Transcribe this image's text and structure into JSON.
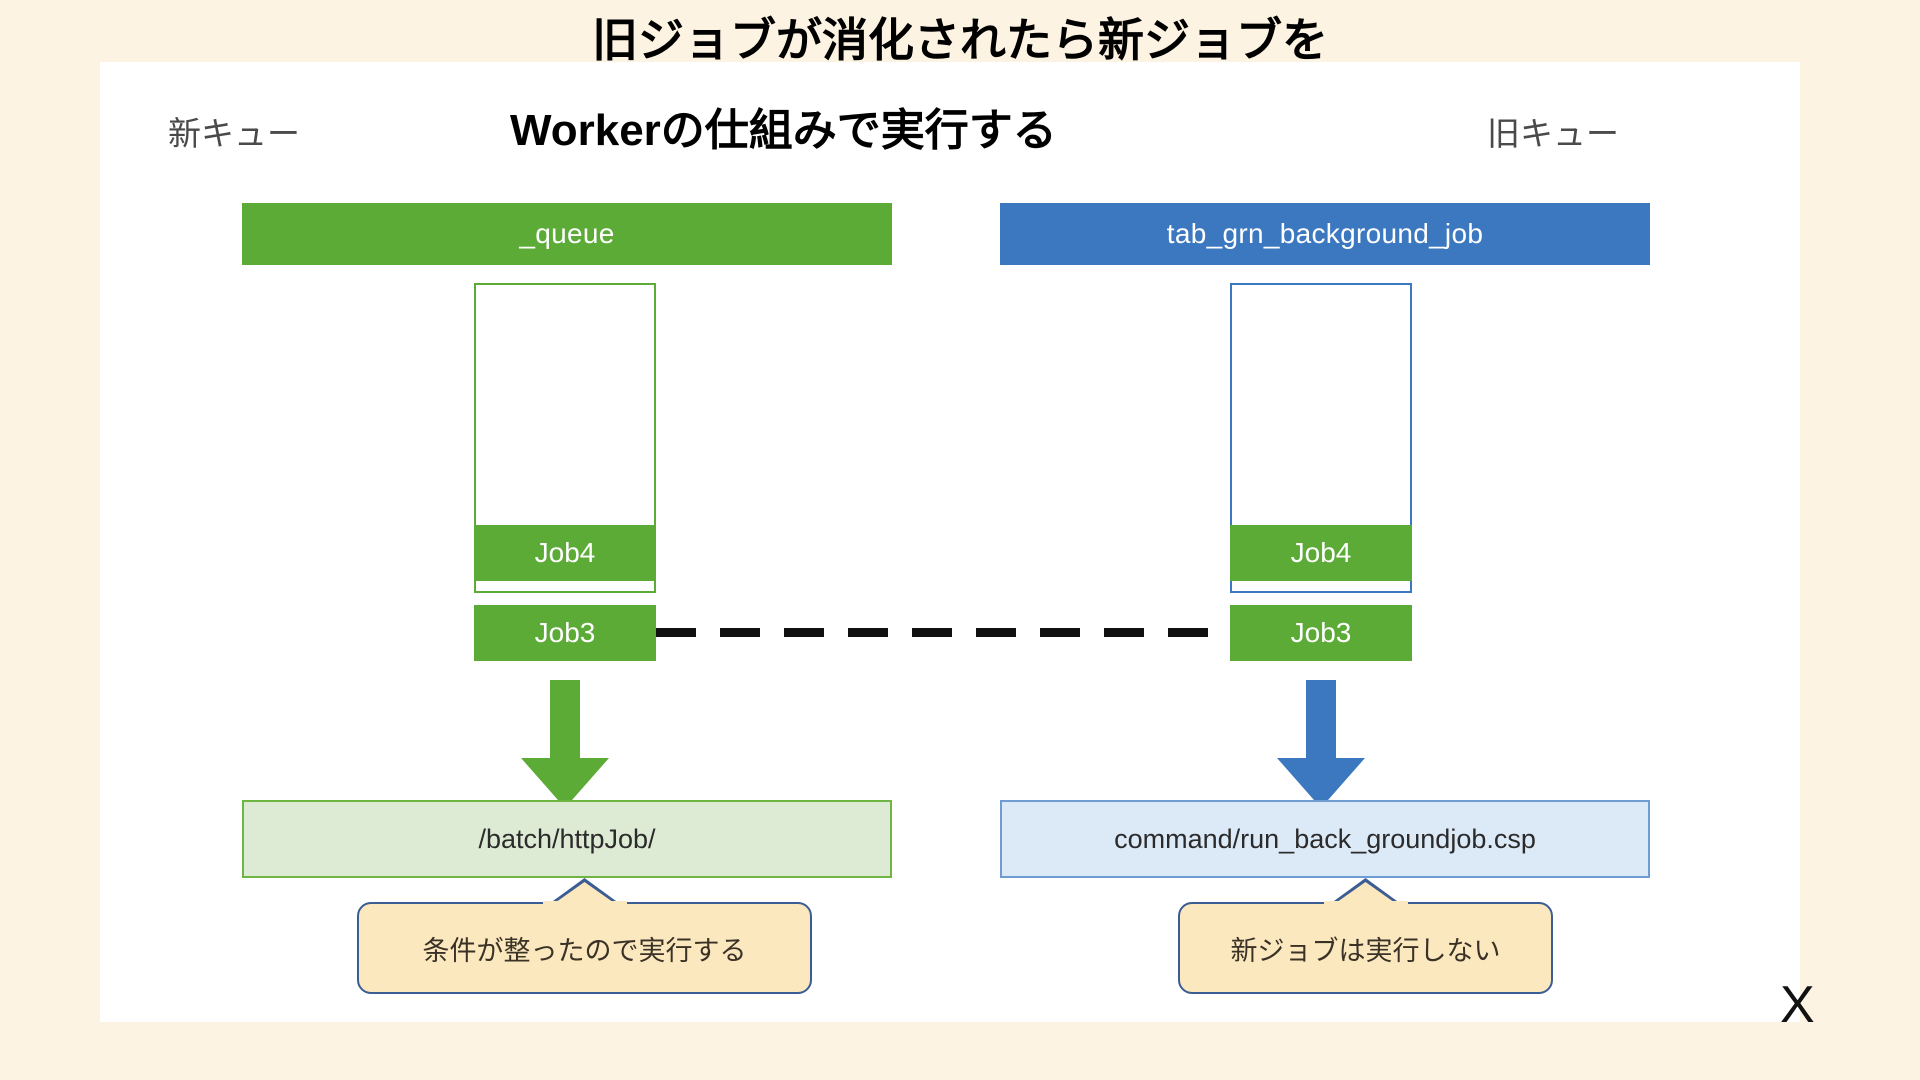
{
  "slide": {
    "background_color": "#FDF3E2",
    "canvas_color": "#FFFFFF",
    "title_line1": "旧ジョブが消化されたら新ジョブを",
    "title_line2": "Workerの仕組みで実行する"
  },
  "palette": {
    "green": "#5CAB36",
    "blue": "#3C78C0",
    "light_green_fill": "#DEEBD4",
    "light_green_border": "#6FB544",
    "light_blue_fill": "#DCE9F7",
    "light_blue_border": "#6E9DD4",
    "callout_fill": "#FBE8BF",
    "callout_border": "#3C5D94",
    "caption_text": "#4A4A4A",
    "dash_color": "#111111"
  },
  "left": {
    "caption": "新キュー",
    "header_label": "_queue",
    "jobs": [
      {
        "label": "Job4"
      },
      {
        "label": "Job3"
      }
    ],
    "endpoint_label": "/batch/httpJob/",
    "callout_text": "条件が整ったので実行する",
    "arrow_color": "#5CAB36"
  },
  "right": {
    "caption": "旧キュー",
    "header_label": "tab_grn_background_job",
    "jobs": [
      {
        "label": "Job4"
      },
      {
        "label": "Job3"
      }
    ],
    "endpoint_label": "command/run_back_groundjob.csp",
    "callout_text": "新ジョブは実行しない",
    "arrow_color": "#3C78C0"
  },
  "connector": {
    "style": "dashed",
    "color": "#111111"
  },
  "marker": {
    "x_label": "X"
  }
}
